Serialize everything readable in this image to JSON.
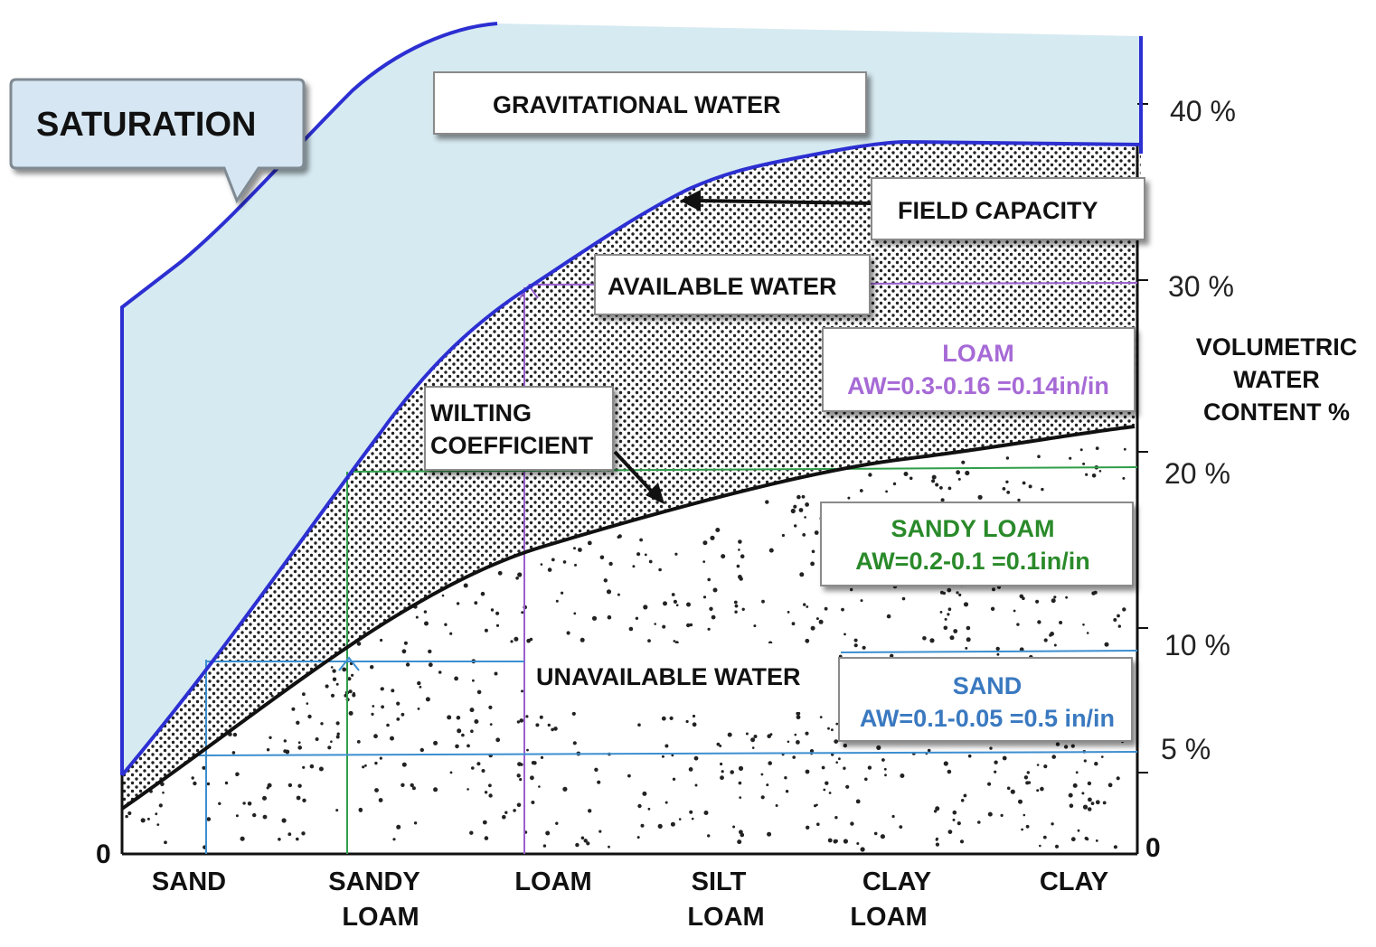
{
  "labels": {
    "saturation": "SATURATION",
    "gravitational_water": "GRAVITATIONAL WATER",
    "field_capacity": "FIELD CAPACITY",
    "available_water": "AVAILABLE WATER",
    "wilting_line1": "WILTING",
    "wilting_line2": "COEFFICIENT",
    "unavailable_water": "UNAVAILABLE WATER",
    "volumetric_line1": "VOLUMETRIC",
    "volumetric_line2": "WATER",
    "volumetric_line3": "CONTENT %"
  },
  "callouts": {
    "loam": {
      "title": "LOAM",
      "aw": "AW=0.3-0.16 =0.14in/in",
      "color": "#a66ad6"
    },
    "sandy_loam": {
      "title": "SANDY LOAM",
      "aw": "AW=0.2-0.1 =0.1in/in",
      "color": "#2a8a2a"
    },
    "sand": {
      "title": "SAND",
      "aw": "AW=0.1-0.05 =0.5 in/in",
      "color": "#3a79c0"
    }
  },
  "y_ticks": [
    "40 %",
    "30 %",
    "20 %",
    "10 %",
    "5 %",
    "0"
  ],
  "left_zero": "0",
  "x_categories": [
    [
      "SAND"
    ],
    [
      "SANDY",
      "LOAM"
    ],
    [
      "LOAM"
    ],
    [
      "SILT",
      "LOAM"
    ],
    [
      "CLAY",
      "LOAM"
    ],
    [
      "CLAY"
    ]
  ],
  "colors": {
    "gravitational_fill": "#d6eaf1",
    "saturation_line": "#2c2fd1",
    "callout_fill": "#d6e6f2",
    "loam_guide": "#9a5fd0",
    "sandy_loam_guide": "#2f9e4a",
    "sand_guide": "#3c8fd0"
  }
}
